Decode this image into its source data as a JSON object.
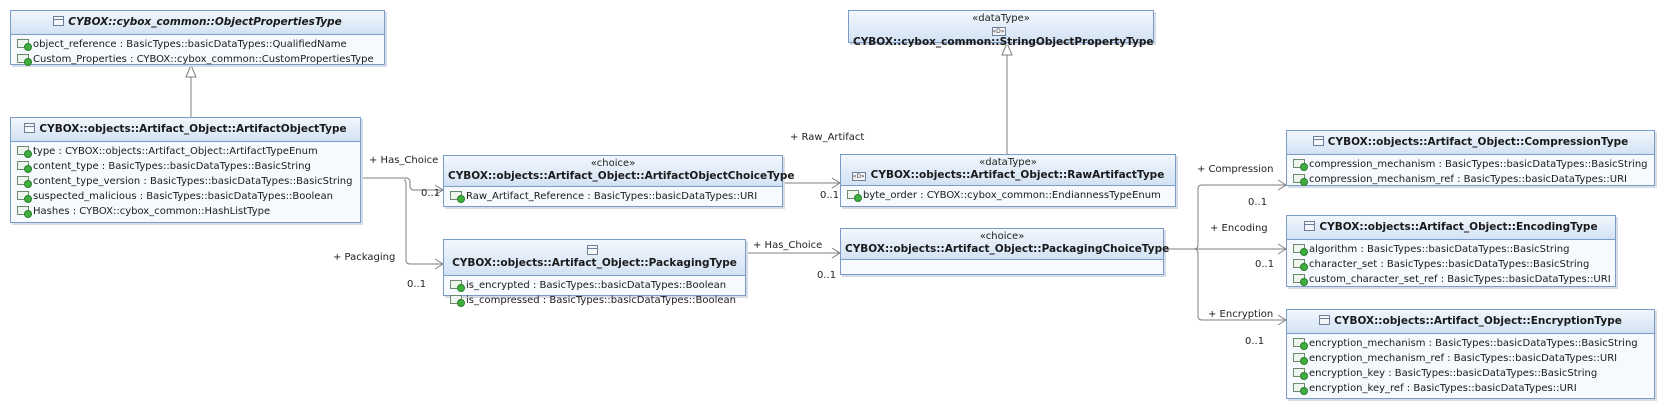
{
  "classes": {
    "object_properties": {
      "title": "CYBOX::cybox_common::ObjectPropertiesType",
      "attributes": [
        "object_reference : BasicTypes::basicDataTypes::QualifiedName",
        "Custom_Properties : CYBOX::cybox_common::CustomPropertiesType"
      ]
    },
    "string_object_property": {
      "stereotype": "«dataType»",
      "title": "CYBOX::cybox_common::StringObjectPropertyType"
    },
    "artifact_object": {
      "title": "CYBOX::objects::Artifact_Object::ArtifactObjectType",
      "attributes": [
        "type : CYBOX::objects::Artifact_Object::ArtifactTypeEnum",
        "content_type : BasicTypes::basicDataTypes::BasicString",
        "content_type_version : BasicTypes::basicDataTypes::BasicString",
        "suspected_malicious : BasicTypes::basicDataTypes::Boolean",
        "Hashes : CYBOX::cybox_common::HashListType"
      ]
    },
    "artifact_object_choice": {
      "stereotype": "«choice»",
      "title": "CYBOX::objects::Artifact_Object::ArtifactObjectChoiceType",
      "attributes": [
        "Raw_Artifact_Reference : BasicTypes::basicDataTypes::URI"
      ]
    },
    "raw_artifact": {
      "stereotype": "«dataType»",
      "title": "CYBOX::objects::Artifact_Object::RawArtifactType",
      "attributes": [
        "byte_order : CYBOX::cybox_common::EndiannessTypeEnum"
      ]
    },
    "packaging": {
      "title": "CYBOX::objects::Artifact_Object::PackagingType",
      "attributes": [
        "is_encrypted : BasicTypes::basicDataTypes::Boolean",
        "is_compressed : BasicTypes::basicDataTypes::Boolean"
      ]
    },
    "packaging_choice": {
      "stereotype": "«choice»",
      "title": "CYBOX::objects::Artifact_Object::PackagingChoiceType"
    },
    "compression": {
      "title": "CYBOX::objects::Artifact_Object::CompressionType",
      "attributes": [
        "compression_mechanism : BasicTypes::basicDataTypes::BasicString",
        "compression_mechanism_ref : BasicTypes::basicDataTypes::URI"
      ]
    },
    "encoding": {
      "title": "CYBOX::objects::Artifact_Object::EncodingType",
      "attributes": [
        "algorithm : BasicTypes::basicDataTypes::BasicString",
        "character_set : BasicTypes::basicDataTypes::BasicString",
        "custom_character_set_ref : BasicTypes::basicDataTypes::URI"
      ]
    },
    "encryption": {
      "title": "CYBOX::objects::Artifact_Object::EncryptionType",
      "attributes": [
        "encryption_mechanism : BasicTypes::basicDataTypes::BasicString",
        "encryption_mechanism_ref : BasicTypes::basicDataTypes::URI",
        "encryption_key : BasicTypes::basicDataTypes::BasicString",
        "encryption_key_ref : BasicTypes::basicDataTypes::URI"
      ]
    }
  },
  "connectors": {
    "has_choice_1": {
      "role": "+ Has_Choice",
      "multiplicity": "0..1"
    },
    "raw_artifact": {
      "role": "+ Raw_Artifact",
      "multiplicity": "0..1"
    },
    "packaging": {
      "role": "+ Packaging",
      "multiplicity": "0..1"
    },
    "has_choice_2": {
      "role": "+ Has_Choice",
      "multiplicity": "0..1"
    },
    "compression": {
      "role": "+ Compression",
      "multiplicity": "0..1"
    },
    "encoding": {
      "role": "+ Encoding",
      "multiplicity": "0..1"
    },
    "encryption": {
      "role": "+ Encryption",
      "multiplicity": "0..1"
    }
  }
}
